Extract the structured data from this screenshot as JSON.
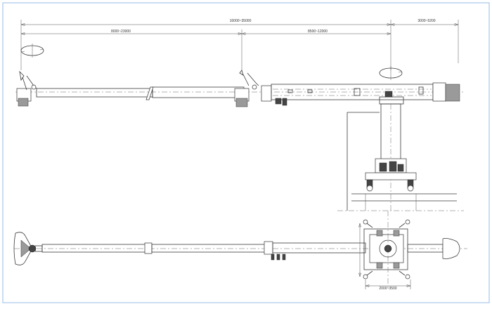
{
  "dimensions": {
    "overall": "16000~35000",
    "left_span": "8000~23000",
    "mid_span": "8500~12000",
    "right_span": "3000~5200",
    "bottom_span": "2000~3500"
  },
  "colors": {
    "frame_border": "#a8c8e8",
    "line": "#3a3a3a"
  }
}
